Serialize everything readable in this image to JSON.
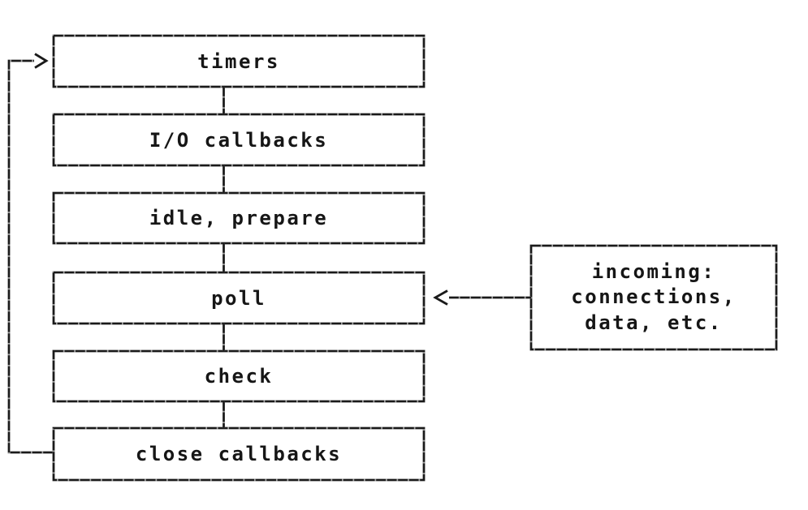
{
  "diagram": {
    "kind": "flowchart",
    "phases": [
      {
        "label": "timers"
      },
      {
        "label": "I/O callbacks"
      },
      {
        "label": "idle, prepare"
      },
      {
        "label": "poll"
      },
      {
        "label": "check"
      },
      {
        "label": "close callbacks"
      }
    ],
    "side_box": {
      "line1": "incoming:",
      "line2": "connections,",
      "line3": "data, etc."
    },
    "colors": {
      "stroke": "#1a1a1a",
      "notch": "#9d9d9d",
      "background": "#ffffff",
      "text": "#161616"
    }
  }
}
